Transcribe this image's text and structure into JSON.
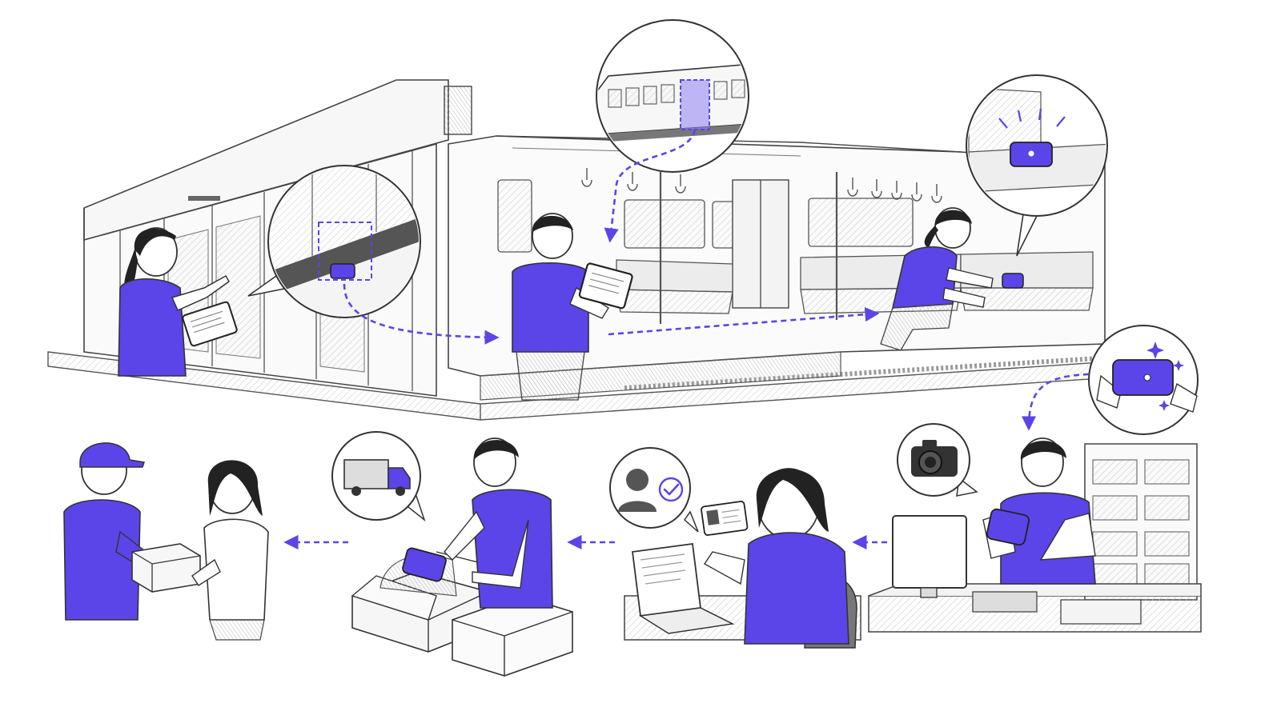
{
  "colors": {
    "accent": "#5b45e8",
    "accent_light": "#8e80f2",
    "line": "#3a3a3a",
    "hatch": "#bdbdbd",
    "paper": "#ffffff"
  },
  "scenes": [
    {
      "id": "platform-report",
      "subject": "staff-with-tablet-pointing"
    },
    {
      "id": "train-search",
      "subject": "staff-checking-tablet"
    },
    {
      "id": "seat-retrieval",
      "subject": "staff-picking-up-wallet"
    },
    {
      "id": "office-logging",
      "subject": "staff-photographing-wallet"
    },
    {
      "id": "identity-check",
      "subject": "staff-verifying-id-card"
    },
    {
      "id": "packing",
      "subject": "staff-packing-wallet"
    },
    {
      "id": "delivery",
      "subject": "courier-handing-parcel-to-owner"
    }
  ],
  "callouts": [
    {
      "id": "dropped-wallet-zoom",
      "icon": "wallet-icon"
    },
    {
      "id": "train-car-locator",
      "icon": "train-icon"
    },
    {
      "id": "seat-wallet-zoom",
      "icon": "wallet-icon"
    },
    {
      "id": "wallet-in-hands",
      "icon": "wallet-icon"
    },
    {
      "id": "camera",
      "icon": "camera-icon"
    },
    {
      "id": "verified-user",
      "icon": "user-check-icon"
    },
    {
      "id": "delivery-truck",
      "icon": "truck-icon"
    }
  ],
  "flow_arrows": 7
}
